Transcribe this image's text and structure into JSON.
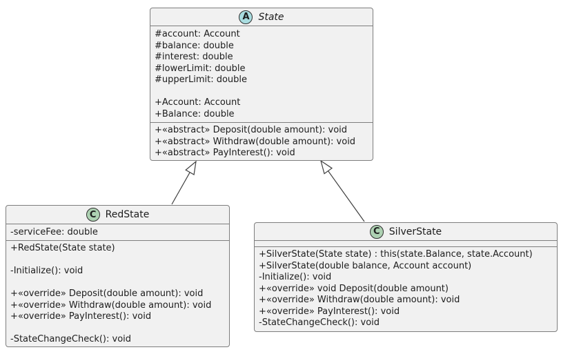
{
  "diagram": {
    "type": "uml-class-diagram",
    "classes": [
      {
        "name": "State",
        "kind": "abstract class",
        "icon_letter": "A",
        "attributes": [
          "#account: Account",
          "#balance: double",
          "#interest: double",
          "#lowerLimit: double",
          "#upperLimit: double",
          "",
          "+Account: Account",
          "+Balance: double"
        ],
        "methods": [
          "+«abstract» Deposit(double amount): void",
          "+«abstract» Withdraw(double amount): void",
          "+«abstract» PayInterest(): void"
        ]
      },
      {
        "name": "RedState",
        "kind": "class",
        "icon_letter": "C",
        "attributes": [
          "-serviceFee: double"
        ],
        "methods": [
          "+RedState(State state)",
          "",
          "-Initialize(): void",
          "",
          "+«override» Deposit(double amount): void",
          "+«override» Withdraw(double amount): void",
          "+«override» PayInterest(): void",
          "",
          "-StateChangeCheck(): void"
        ]
      },
      {
        "name": "SilverState",
        "kind": "class",
        "icon_letter": "C",
        "attributes": [],
        "methods": [
          "+SilverState(State state) : this(state.Balance, state.Account)",
          "+SilverState(double balance, Account account)",
          "-Initialize(): void",
          "+«override» void Deposit(double amount)",
          "+«override» Withdraw(double amount): void",
          "+«override» PayInterest(): void",
          "-StateChangeCheck(): void"
        ]
      }
    ],
    "relations": [
      {
        "from": "RedState",
        "to": "State",
        "type": "inheritance"
      },
      {
        "from": "SilverState",
        "to": "State",
        "type": "inheritance"
      }
    ],
    "colors": {
      "box_fill": "#f1f1f1",
      "box_border": "#7d7d7d",
      "abstract_icon_fill": "#a9dcdf",
      "class_icon_fill": "#add1b2",
      "icon_border": "#2e2e2e",
      "text": "#1c1c1c",
      "arrow": "#3f3f3f",
      "background": "#ffffff"
    }
  }
}
